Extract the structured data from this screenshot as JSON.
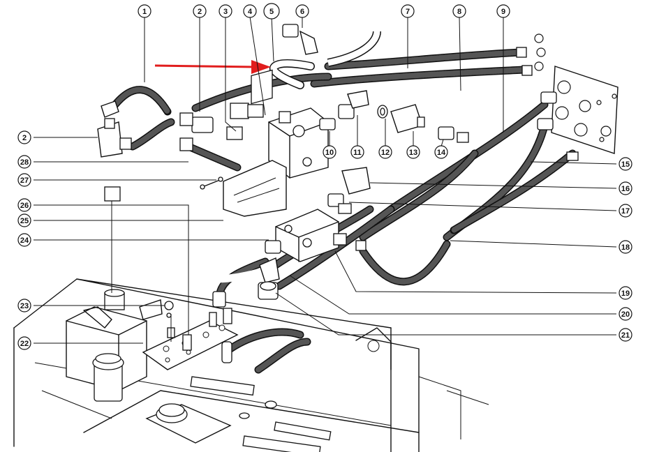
{
  "callouts": [
    {
      "label": "1",
      "highlight": false
    },
    {
      "label": "2",
      "highlight": false
    },
    {
      "label": "3",
      "highlight": false
    },
    {
      "label": "4",
      "highlight": false
    },
    {
      "label": "5",
      "highlight": true
    },
    {
      "label": "6",
      "highlight": false
    },
    {
      "label": "7",
      "highlight": false
    },
    {
      "label": "8",
      "highlight": false
    },
    {
      "label": "9",
      "highlight": false
    },
    {
      "label": "10",
      "highlight": false
    },
    {
      "label": "11",
      "highlight": false
    },
    {
      "label": "12",
      "highlight": false
    },
    {
      "label": "13",
      "highlight": false
    },
    {
      "label": "14",
      "highlight": false
    },
    {
      "label": "15",
      "highlight": false
    },
    {
      "label": "16",
      "highlight": false
    },
    {
      "label": "17",
      "highlight": false
    },
    {
      "label": "18",
      "highlight": false
    },
    {
      "label": "19",
      "highlight": false
    },
    {
      "label": "20",
      "highlight": false
    },
    {
      "label": "21",
      "highlight": false
    },
    {
      "label": "22",
      "highlight": false
    },
    {
      "label": "23",
      "highlight": false
    },
    {
      "label": "24",
      "highlight": false
    },
    {
      "label": "25",
      "highlight": false
    },
    {
      "label": "26",
      "highlight": false
    },
    {
      "label": "27",
      "highlight": false
    },
    {
      "label": "28",
      "highlight": false
    },
    {
      "label": "2",
      "highlight": false
    }
  ],
  "colors": {
    "line": "#111111",
    "highlight_fill": "#a8cf6a",
    "arrow": "#e11d1d",
    "background": "#ffffff"
  }
}
